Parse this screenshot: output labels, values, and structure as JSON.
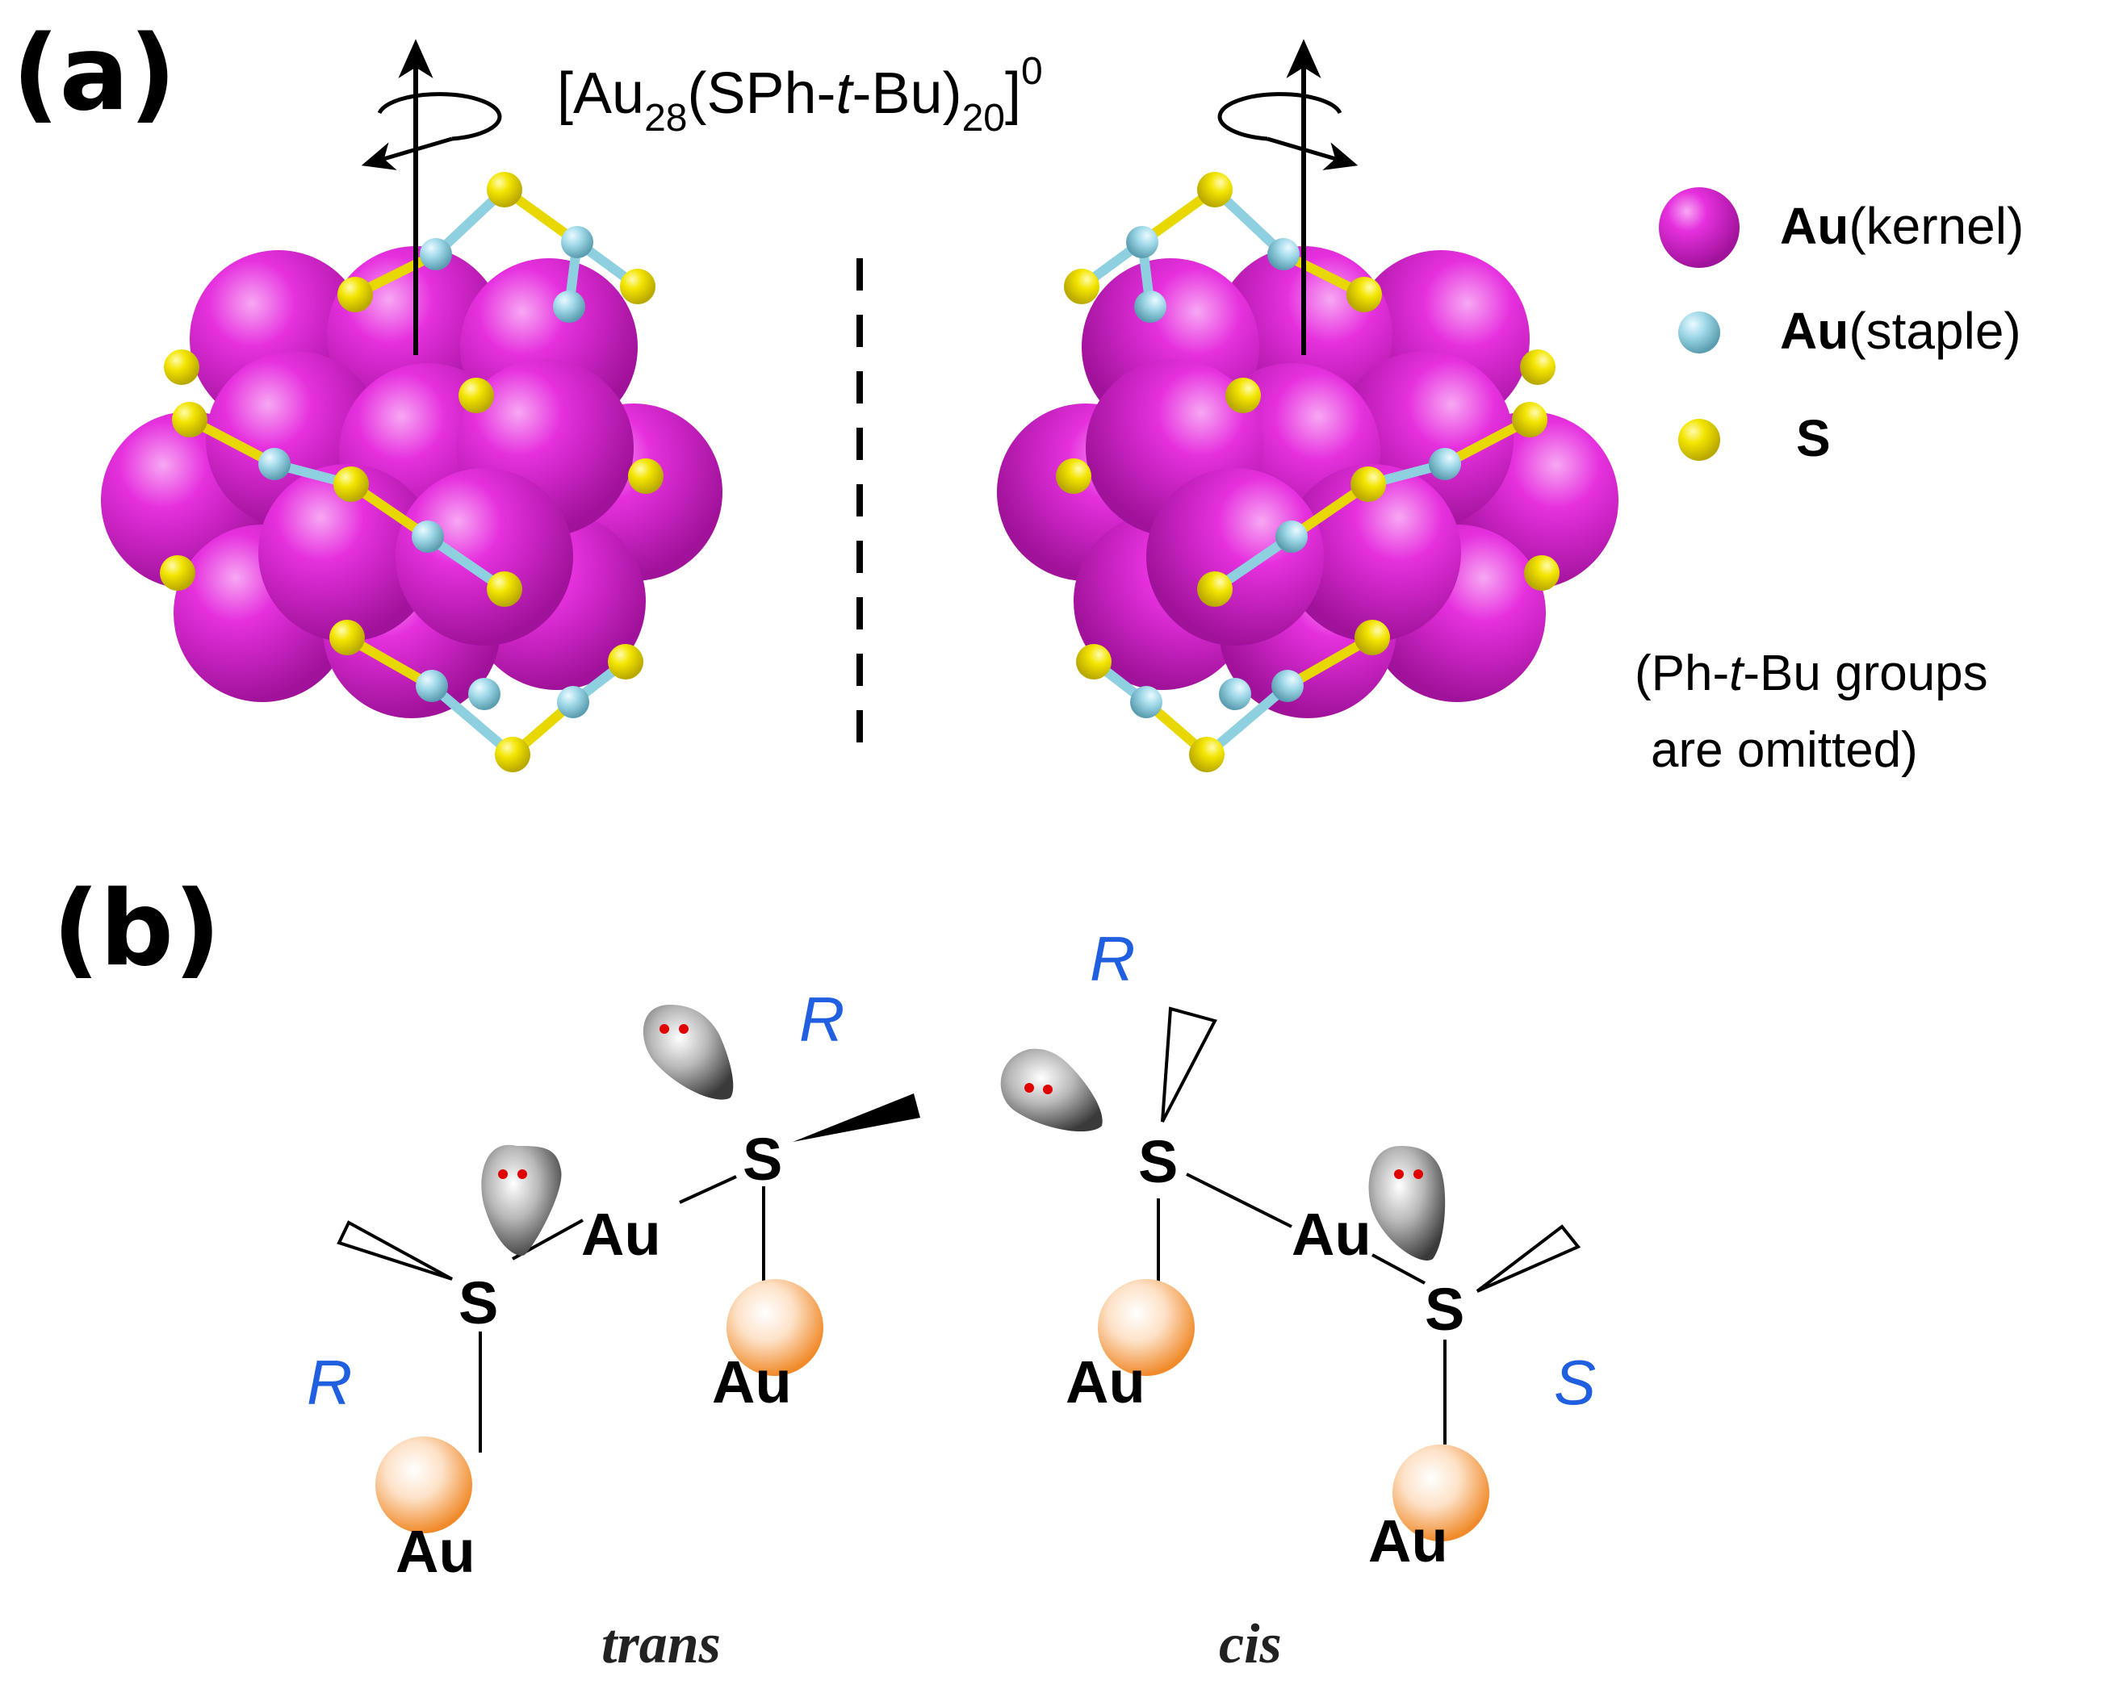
{
  "panel_a": {
    "label": "(a)",
    "formula": {
      "open": "[Au",
      "sub1": "28",
      "mid1": "(SPh-",
      "t": "t",
      "mid2": "-Bu)",
      "sub2": "20",
      "close": "]",
      "sup": "0"
    },
    "legend": [
      {
        "bold": "Au",
        "rest": "(kernel)",
        "color": "#e020d8"
      },
      {
        "bold": "Au",
        "rest": "(staple)",
        "color": "#8fd0e0"
      },
      {
        "bold": "S",
        "rest": "",
        "color": "#f0e000"
      }
    ],
    "note": {
      "line1_pre": "(Ph-",
      "line1_t": "t",
      "line1_post": "-Bu groups",
      "line2": "are omitted)"
    },
    "colors": {
      "kernel": "#e020d8",
      "staple_au": "#8fd0e0",
      "sulfur": "#f0e000"
    }
  },
  "panel_b": {
    "label": "(b)",
    "trans": {
      "caption": "trans",
      "chirality_upper": "R",
      "chirality_lower": "R",
      "atoms": {
        "s_upper": "S",
        "s_lower": "S",
        "au_center": "Au",
        "au_bottom_left": "Au",
        "au_bottom_right": "Au"
      }
    },
    "cis": {
      "caption": "cis",
      "chirality_upper": "R",
      "chirality_lower": "S",
      "atoms": {
        "s_upper": "S",
        "s_lower": "S",
        "au_center": "Au",
        "au_bottom_left": "Au",
        "au_bottom_right": "Au"
      }
    },
    "colors": {
      "chirality": "#1f5fe0",
      "substituent_au": "#f39a3a",
      "lone_pair_dot": "#e00000"
    }
  }
}
